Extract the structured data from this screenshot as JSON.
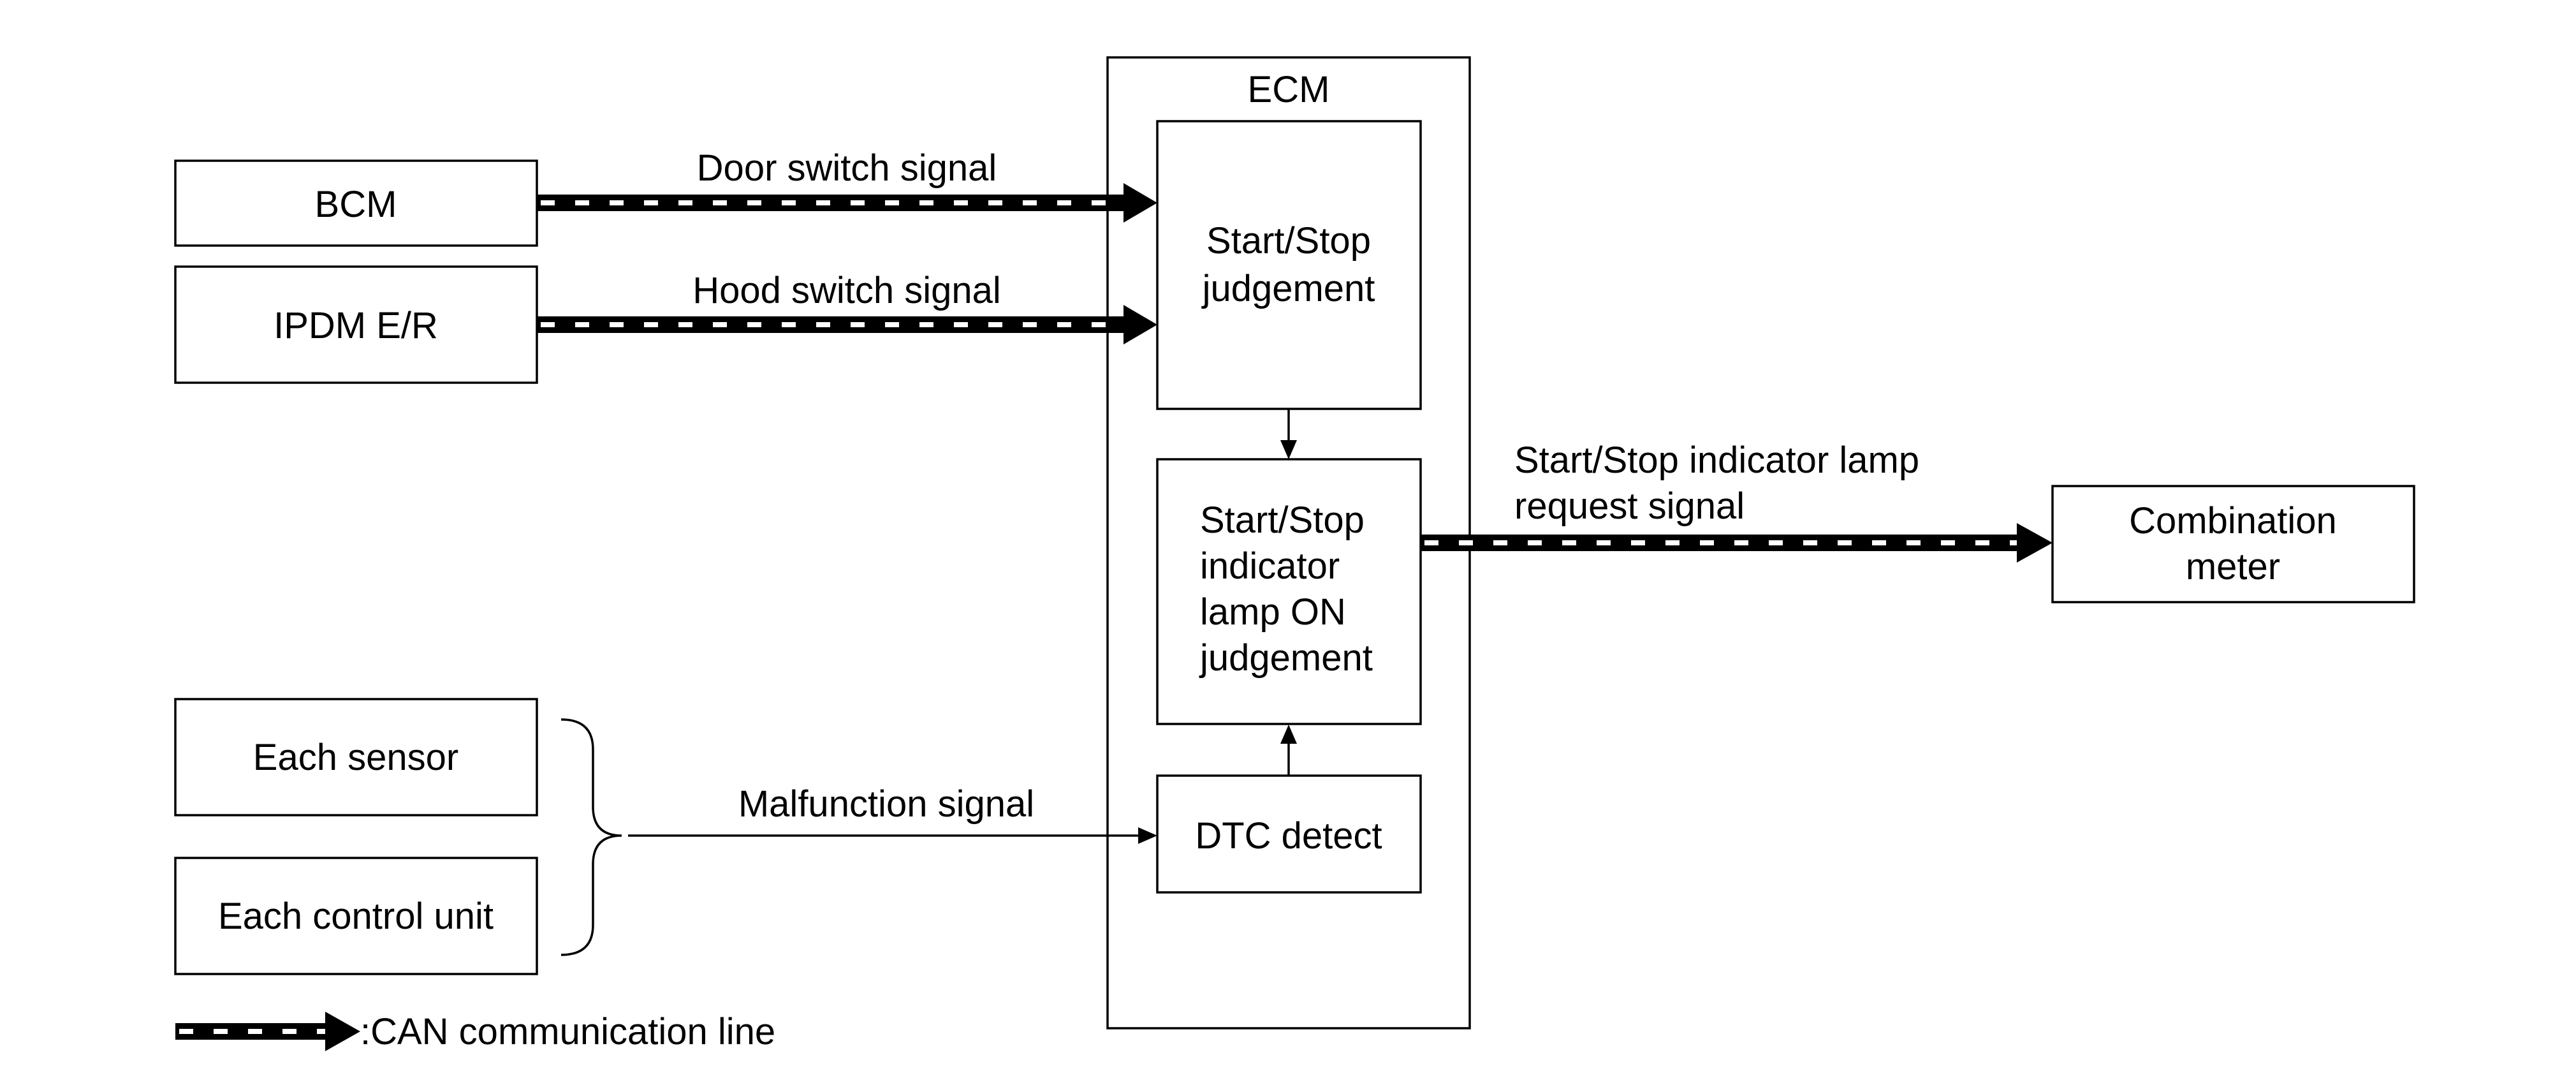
{
  "diagram": {
    "blocks": {
      "bcm": "BCM",
      "ipdm": "IPDM E/R",
      "each_sensor": "Each sensor",
      "each_control_unit": "Each control unit",
      "combination_meter": [
        "Combination",
        "meter"
      ]
    },
    "ecm": {
      "title": "ECM",
      "start_stop_judgement": [
        "Start/Stop",
        "judgement"
      ],
      "lamp_on_judgement": [
        "Start/Stop",
        "indicator",
        "lamp ON",
        "judgement"
      ],
      "dtc_detect": "DTC detect"
    },
    "signals": {
      "door_switch": "Door switch signal",
      "hood_switch": "Hood switch signal",
      "malfunction": "Malfunction signal",
      "indicator_request": [
        "Start/Stop indicator lamp",
        "request signal"
      ]
    },
    "legend": {
      "can_line": ":CAN communication line"
    },
    "colors": {
      "line": "#000000",
      "background": "#ffffff"
    }
  }
}
